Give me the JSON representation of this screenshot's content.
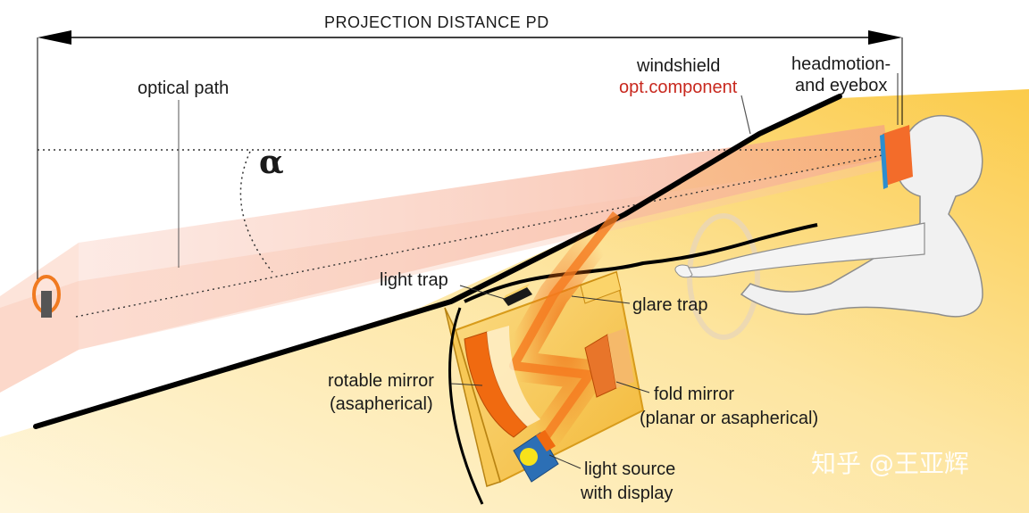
{
  "title": "PROJECTION DISTANCE   PD",
  "labels": {
    "optical_path": "optical path",
    "alpha": "α",
    "windshield": "windshield",
    "opt_component": "opt.component",
    "headmotion_1": "headmotion-",
    "headmotion_2": "and eyebox",
    "light_trap": "light trap",
    "glare_trap": "glare trap",
    "rotable_mirror_1": "rotable mirror",
    "rotable_mirror_2": "(asapherical)",
    "fold_mirror_1": "fold mirror",
    "fold_mirror_2": "(planar or asapherical)",
    "light_source_1": "light source",
    "light_source_2": "with display"
  },
  "watermark": "知乎 @王亚辉",
  "colors": {
    "label": "#1a1a1a",
    "accent_label": "#c8281e",
    "dash_amber": "#fbd46a",
    "beam_orange": "#f06a10"
  }
}
